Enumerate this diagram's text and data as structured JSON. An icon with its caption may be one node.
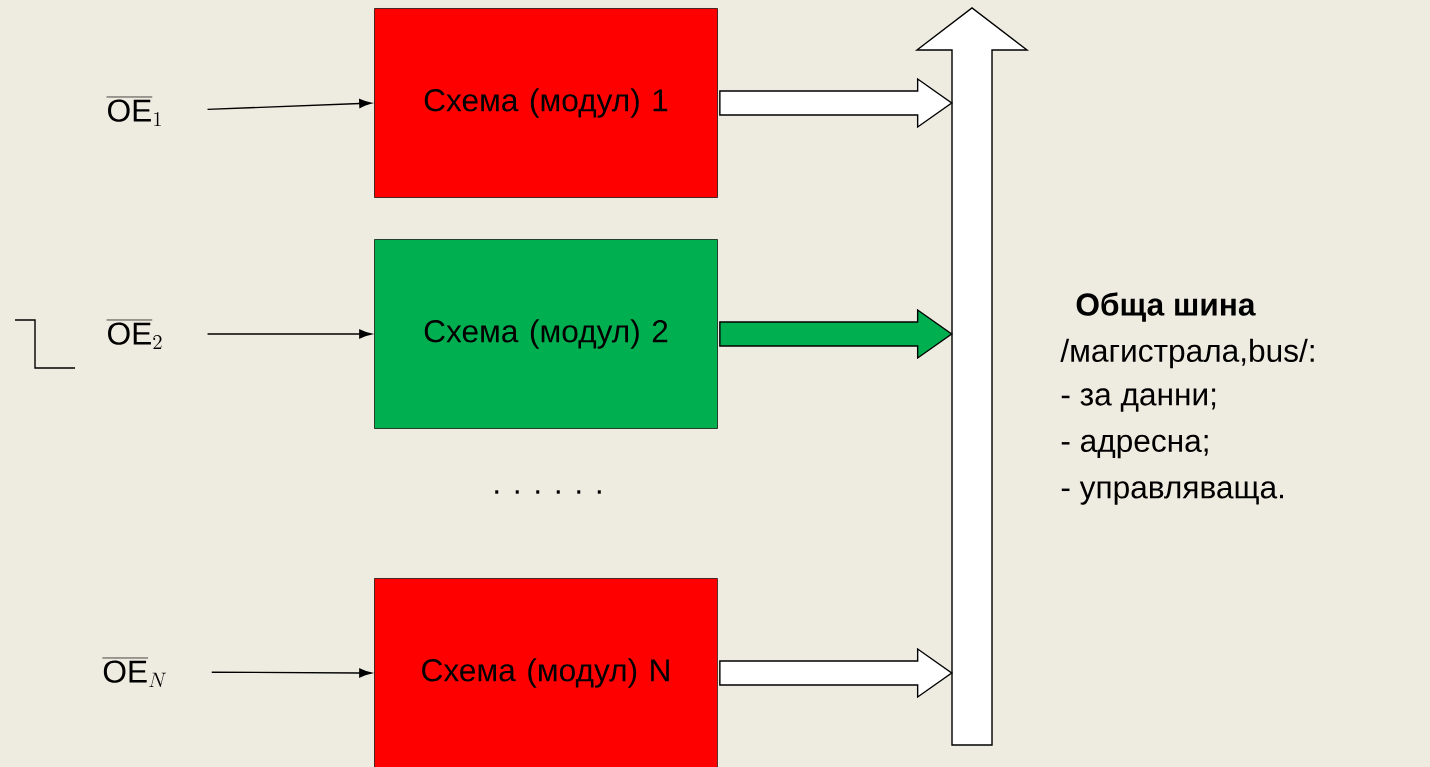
{
  "diagram": {
    "nodes": [
      {
        "text": [
          "\\overline{\\mathrm{OE}}_{1}"
        ]
      },
      {
        "text": [
          "Схема (модул) 1"
        ]
      },
      {
        "text": [
          "\\overline{\\mathrm{OE}}_{2}"
        ]
      },
      {
        "text": [
          "Схема (модул) 2"
        ]
      },
      {
        "text": [
          "\\overline{\\mathrm{OE}}_{N}"
        ]
      },
      {
        "text": [
          "Схема (модул) N"
        ]
      },
      {
        "text": [],
        "shape": "arrow",
        "beside": [
          "Обща шина",
          "/магистрала,bus/:",
          "- за данни;",
          "- адресна;",
          "- управляваща."
        ]
      }
    ],
    "edges": [
      {
        "from": 0,
        "to": 1,
        "arrow": "to"
      },
      {
        "from": 2,
        "to": 3,
        "arrow": "to"
      },
      {
        "from": 4,
        "to": 5,
        "arrow": "to"
      },
      {
        "from": 1,
        "to": 6,
        "arrow": "to",
        "style": "thick"
      },
      {
        "from": 3,
        "to": 6,
        "arrow": "to",
        "style": "thick",
        "color": "#00b050"
      },
      {
        "from": 5,
        "to": 6,
        "arrow": "to",
        "style": "thick"
      }
    ],
    "labels": [
      ". . . . . ."
    ]
  }
}
